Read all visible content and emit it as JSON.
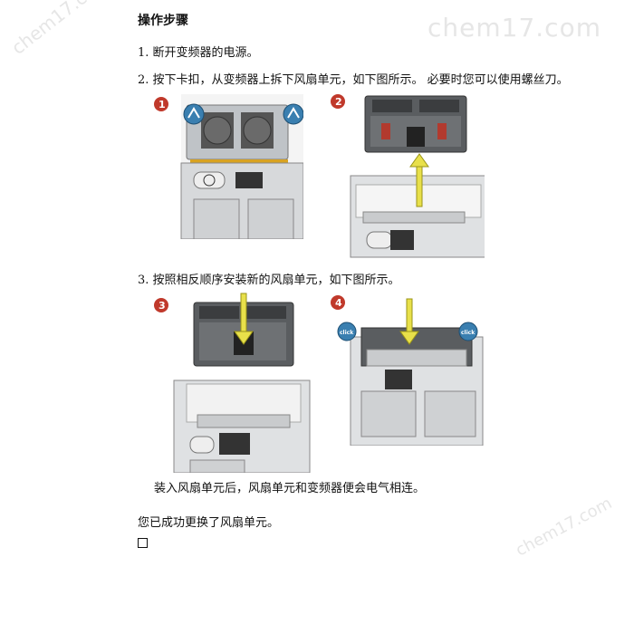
{
  "watermark": "chem17.com",
  "heading": "操作步骤",
  "steps": [
    {
      "label": "1. 断开变频器的电源。"
    },
    {
      "label": "2. 按下卡扣，从变频器上拆下风扇单元，如下图所示。 必要时您可以使用螺丝刀。"
    },
    {
      "label": "3. 按照相反顺序安装新的风扇单元，如下图所示。"
    }
  ],
  "note": "装入风扇单元后，风扇单元和变频器便会电气相连。",
  "result": "您已成功更换了风扇单元。",
  "figures": {
    "badges": [
      "1",
      "2",
      "3",
      "4"
    ],
    "click_label": "click"
  },
  "colors": {
    "badge": "#c0392b",
    "arrow": "#e8e04a",
    "click_bubble": "#3a7fb0"
  }
}
